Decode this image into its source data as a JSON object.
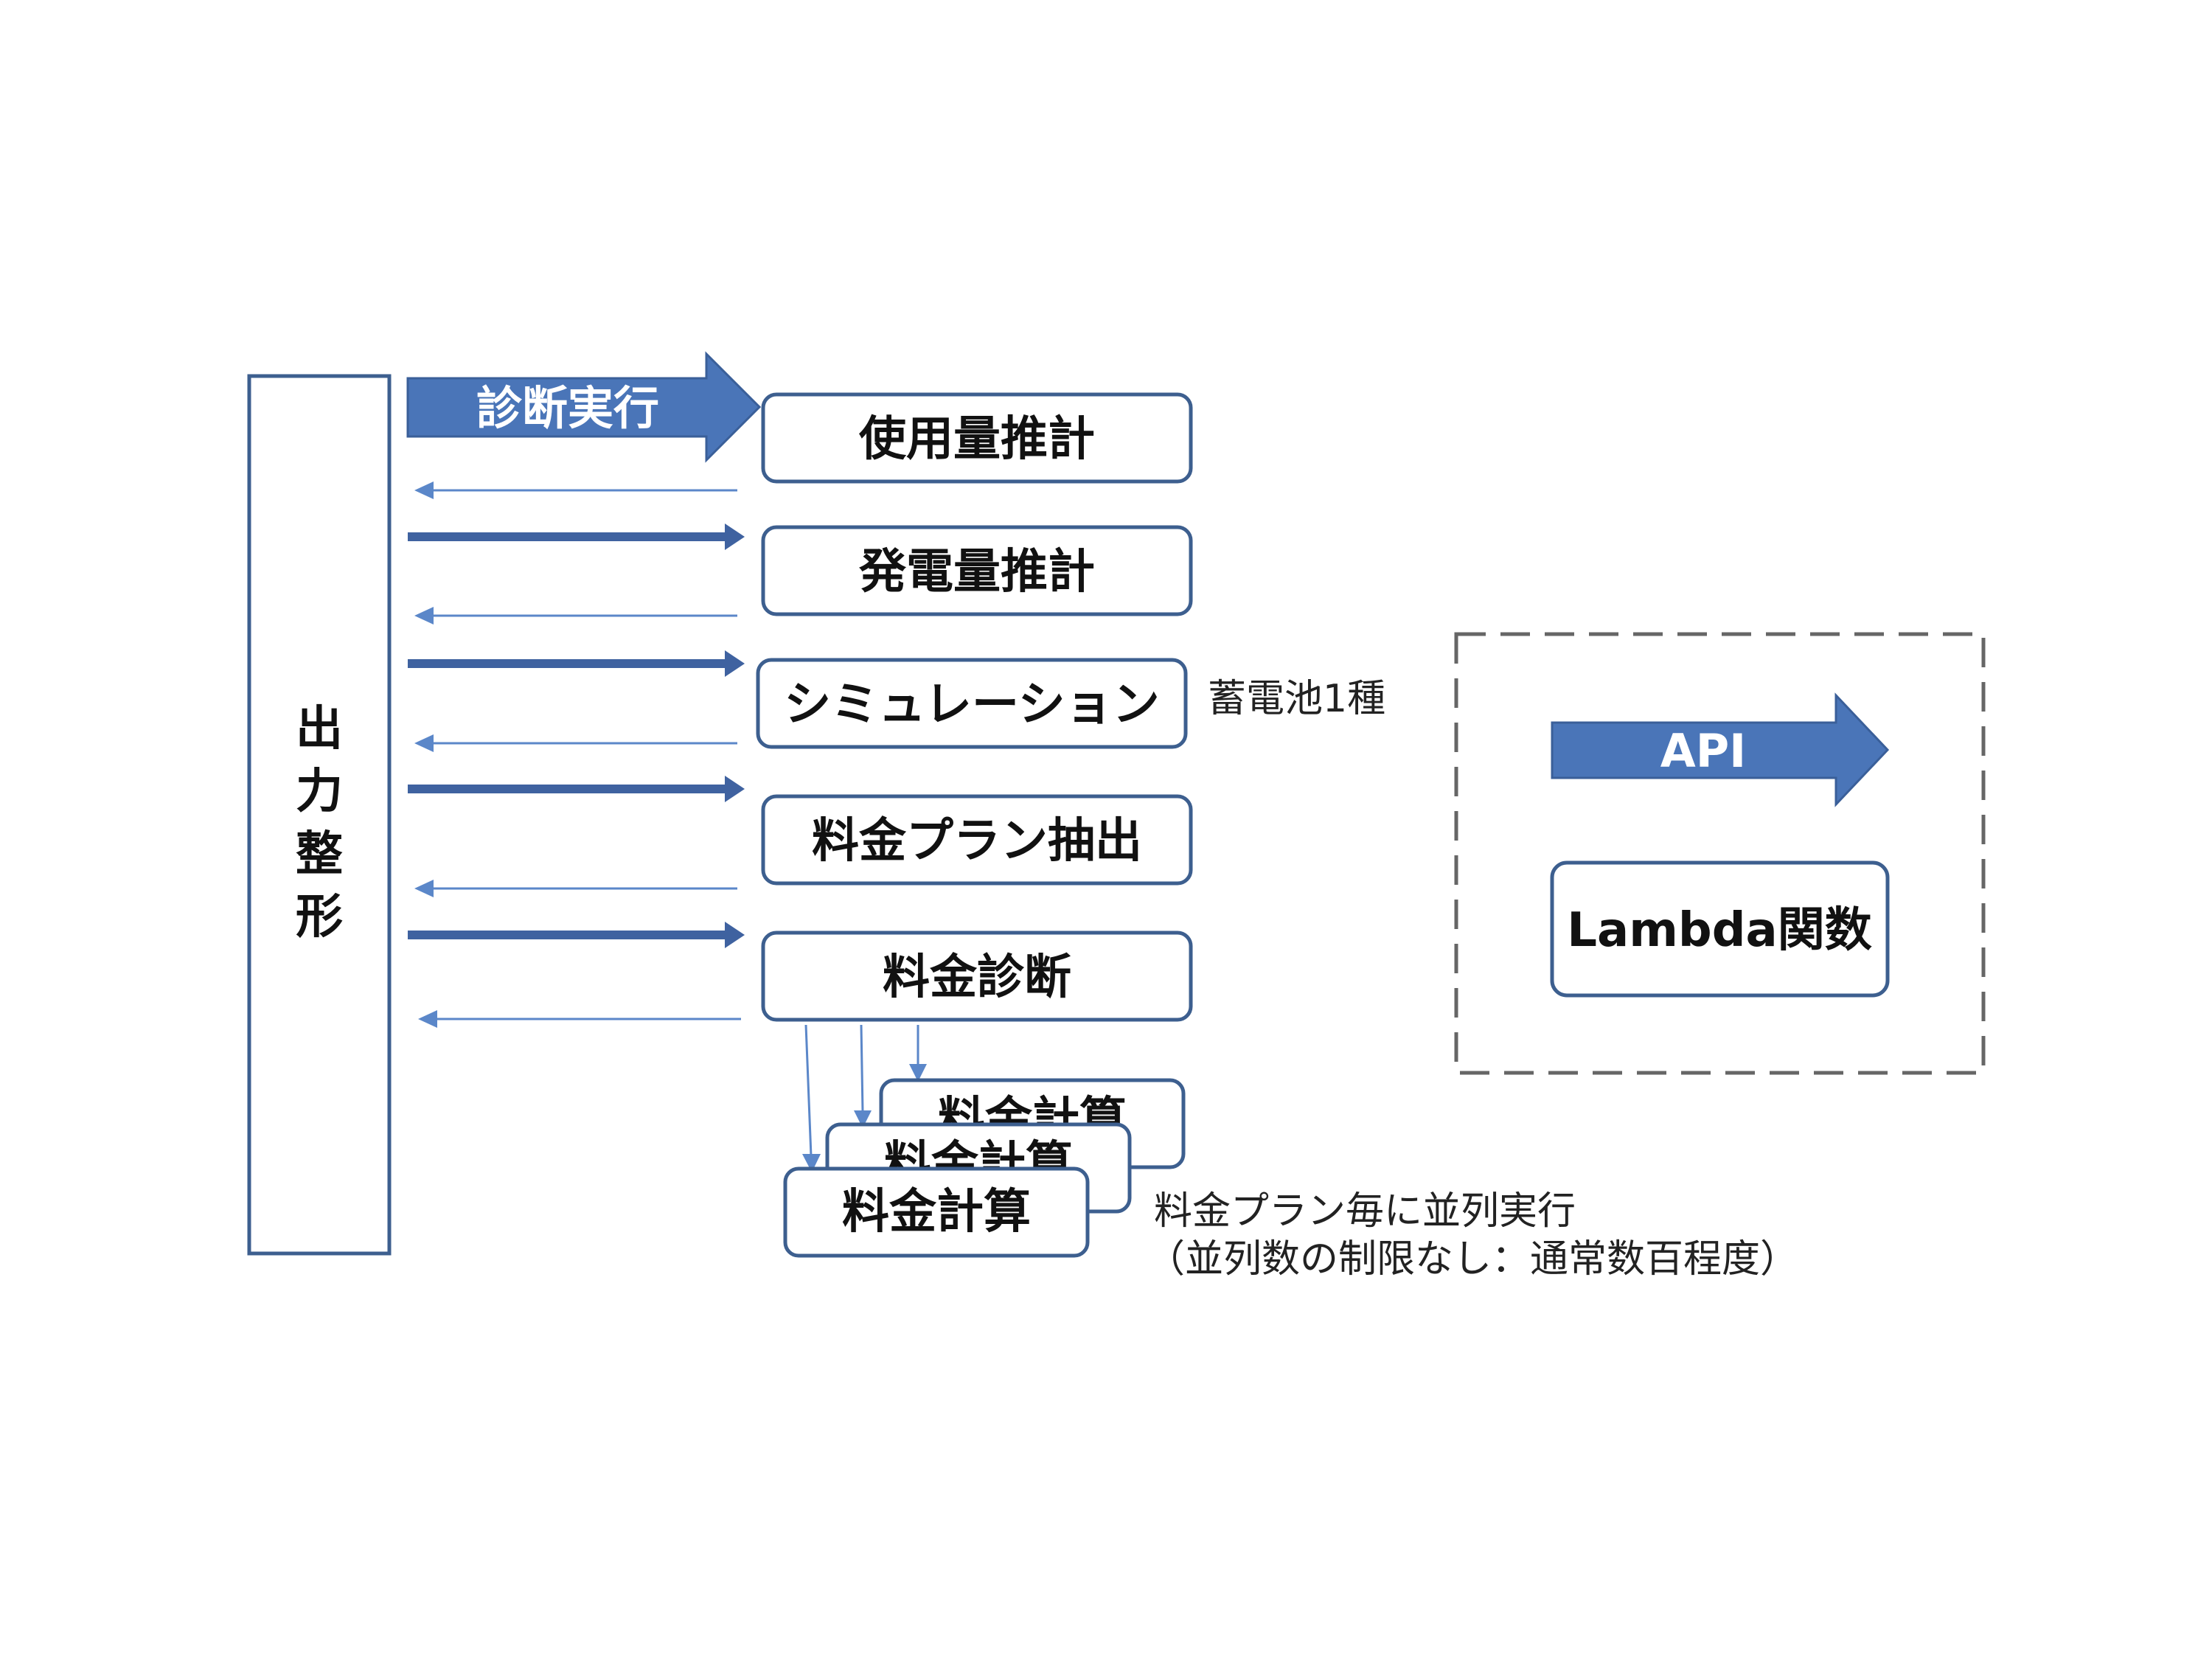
{
  "side_label_chars": [
    "出",
    "力",
    "整",
    "形"
  ],
  "run_arrow_label": "診断実行",
  "steps": [
    {
      "label": "使用量推計"
    },
    {
      "label": "発電量推計"
    },
    {
      "label": "シミュレーション"
    },
    {
      "label": "料金プラン抽出"
    },
    {
      "label": "料金診断"
    }
  ],
  "calc_stack": [
    "料金計算",
    "料金計算",
    "料金計算"
  ],
  "simulation_note": "蓄電池1種",
  "parallel_note": {
    "line1": "料金プラン毎に並列実行",
    "line2": "（並列数の制限なし：通常数百程度）"
  },
  "legend": {
    "api_label": "API",
    "lambda_label": "Lambda関数"
  },
  "colors": {
    "arrow_fill": "#4a75b8",
    "box_stroke": "#3d5f8f",
    "thin_arrow": "#5b87c9",
    "dashed_border": "#666666"
  }
}
